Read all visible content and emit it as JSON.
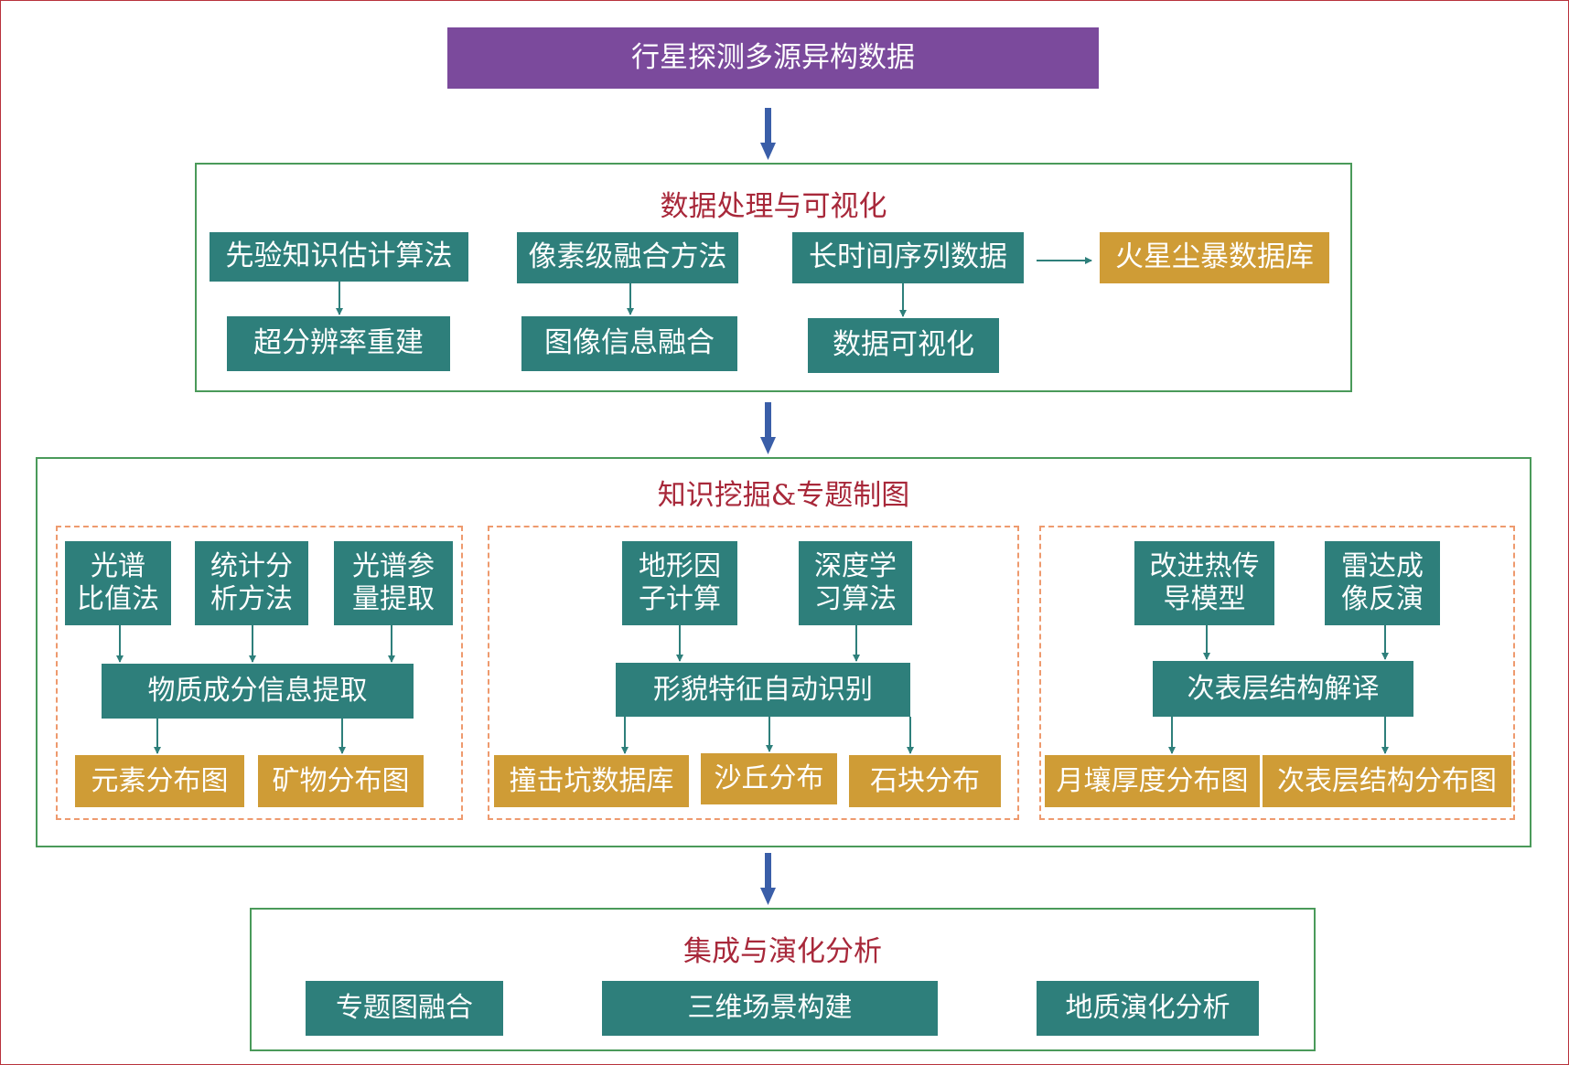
{
  "top": {
    "title": "行星探测多源异构数据"
  },
  "processing": {
    "title": "数据处理与可视化",
    "methods": [
      "先验知识估计算法",
      "像素级融合方法",
      "长时间序列数据"
    ],
    "results": [
      "超分辨率重建",
      "图像信息融合",
      "数据可视化"
    ],
    "database": "火星尘暴数据库"
  },
  "mining": {
    "title": "知识挖掘&专题制图",
    "material": {
      "inputs": [
        "光谱\n比值法",
        "统计分\n析方法",
        "光谱参\n量提取"
      ],
      "process": "物质成分信息提取",
      "outputs": [
        "元素分布图",
        "矿物分布图"
      ]
    },
    "terrain": {
      "inputs": [
        "地形因\n子计算",
        "深度学\n习算法"
      ],
      "process": "形貌特征自动识别",
      "outputs": [
        "撞击坑数据库",
        "沙丘分布",
        "石块分布"
      ]
    },
    "subsurface": {
      "inputs": [
        "改进热传\n导模型",
        "雷达成\n像反演"
      ],
      "process": "次表层结构解译",
      "outputs": [
        "月壤厚度分布图",
        "次表层结构分布图"
      ]
    }
  },
  "integration": {
    "title": "集成与演化分析",
    "items": [
      "专题图融合",
      "三维场景构建",
      "地质演化分析"
    ]
  },
  "colors": {
    "teal": "#2e7f7b",
    "gold": "#cf9c36",
    "purple": "#7b4a9c",
    "section_border": "#4a9a5a",
    "dashed_border": "#ee9a6e",
    "title_text": "#a8283a",
    "main_arrow": "#3a5ea8"
  }
}
